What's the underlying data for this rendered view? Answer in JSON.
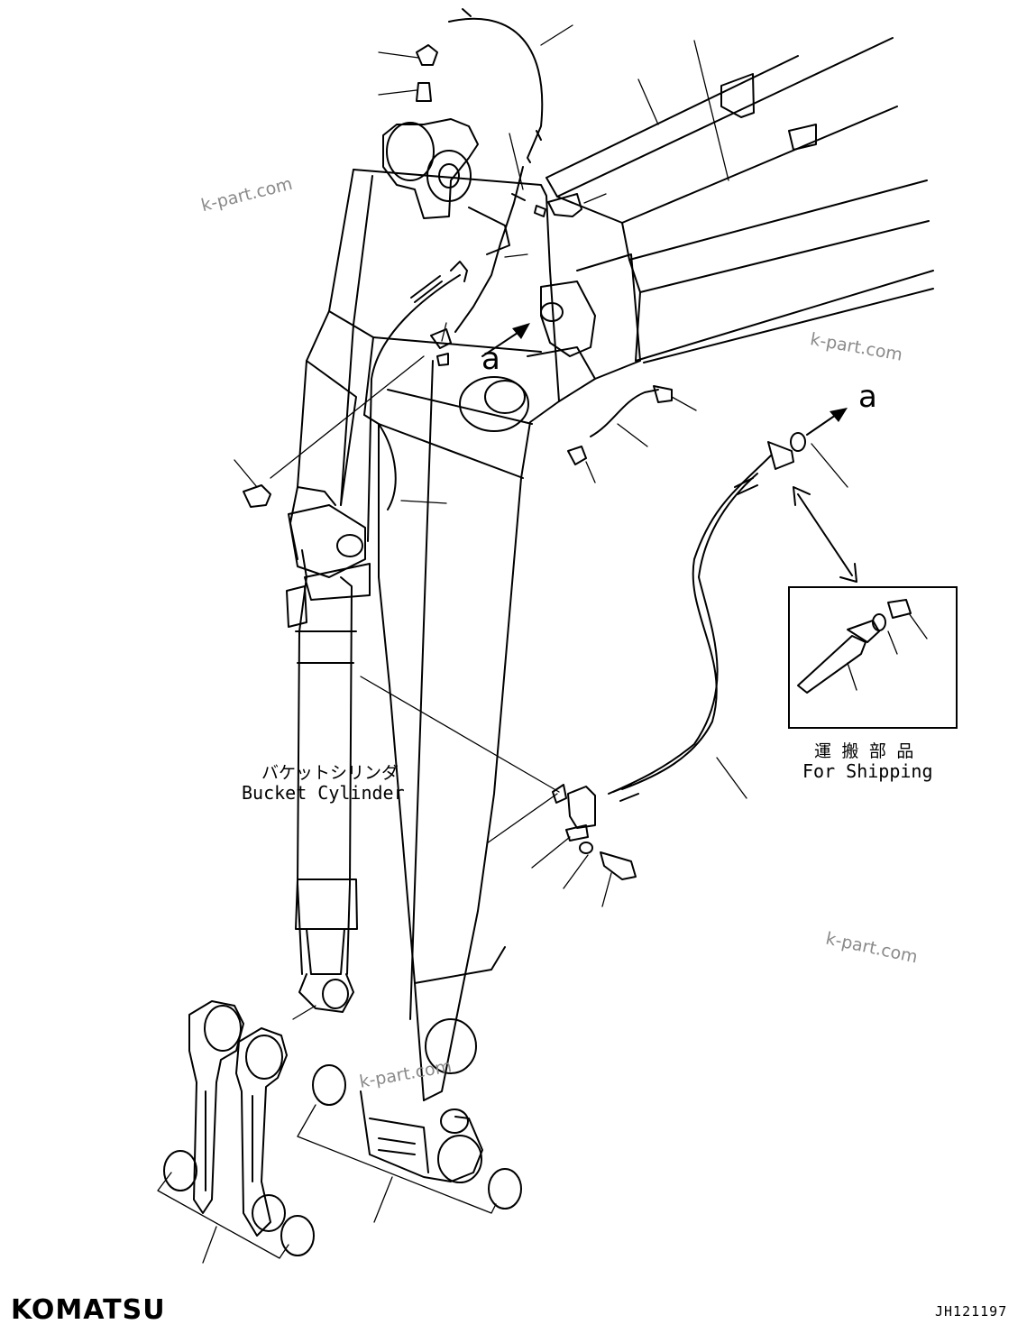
{
  "labels": {
    "bucket_cylinder_jp": "バケットシリンダ",
    "bucket_cylinder_en": "Bucket Cylinder",
    "shipping_jp": "運 搬 部 品",
    "shipping_en": "For Shipping",
    "view_ref_1": "a",
    "view_ref_2": "a"
  },
  "watermarks": [
    "k-part.com",
    "k-part.com",
    "k-part.com",
    "k-part.com"
  ],
  "brand": {
    "logo": "KOMATSU"
  },
  "drawing_number": "JH121197"
}
